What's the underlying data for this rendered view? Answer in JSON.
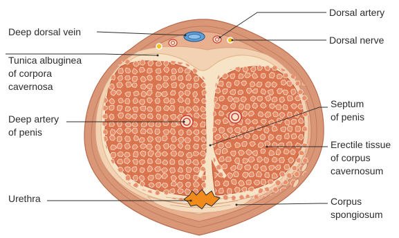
{
  "labels": {
    "deep_dorsal_vein": "Deep dorsal vein",
    "dorsal_artery": "Dorsal artery",
    "dorsal_nerve": "Dorsal nerve",
    "tunica_albuginea": [
      "Tunica albuginea",
      "of corpora",
      "cavernosa"
    ],
    "deep_artery": [
      "Deep artery",
      "of penis"
    ],
    "septum": [
      "Septum",
      "of penis"
    ],
    "erectile_tissue": [
      "Erectile tissue",
      "of corpus",
      "cavernosum"
    ],
    "urethra": "Urethra",
    "corpus_spongiosum": [
      "Corpus",
      "spongiosum"
    ]
  },
  "colors": {
    "skin_outer": "#d99777",
    "skin_ring": "#e8b08e",
    "fascia_band": "#f3d2b4",
    "tunica": "#f7e3c6",
    "erectile_tissue": "#d9744f",
    "erectile_cells": "#e8906b",
    "vein": "#5f9fd7",
    "artery": "#cf3b3b",
    "nerve": "#f2c21d",
    "urethra": "#f08a1a",
    "line": "#2b2b2b"
  }
}
